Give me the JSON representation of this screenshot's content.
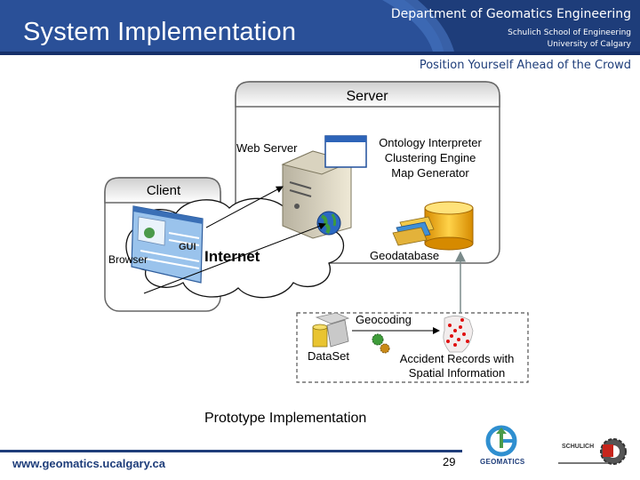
{
  "header": {
    "title": "System Implementation",
    "department": "Department of Geomatics Engineering",
    "school_line1": "Schulich School of Engineering",
    "school_line2": "University of Calgary",
    "tagline": "Position Yourself Ahead of the Crowd",
    "band_color": "#1e3d7a"
  },
  "diagram": {
    "server_label": "Server",
    "web_server_label": "Web Server",
    "server_modules": [
      "Ontology Interpreter",
      "Clustering Engine",
      "Map Generator"
    ],
    "geodatabase_label": "Geodatabase",
    "client_label": "Client",
    "gui_label": "GUI",
    "browser_label": "Browser",
    "internet_label": "Internet",
    "geocoding_label": "Geocoding",
    "dataset_label": "DataSet",
    "records_label_line1": "Accident Records with",
    "records_label_line2": "Spatial Information"
  },
  "caption": "Prototype  Implementation",
  "footer": {
    "url": "www.geomatics.ucalgary.ca",
    "page_number": "29",
    "logo_geomatics": "GEOMATICS",
    "logo_schulich": "SCHULICH"
  }
}
